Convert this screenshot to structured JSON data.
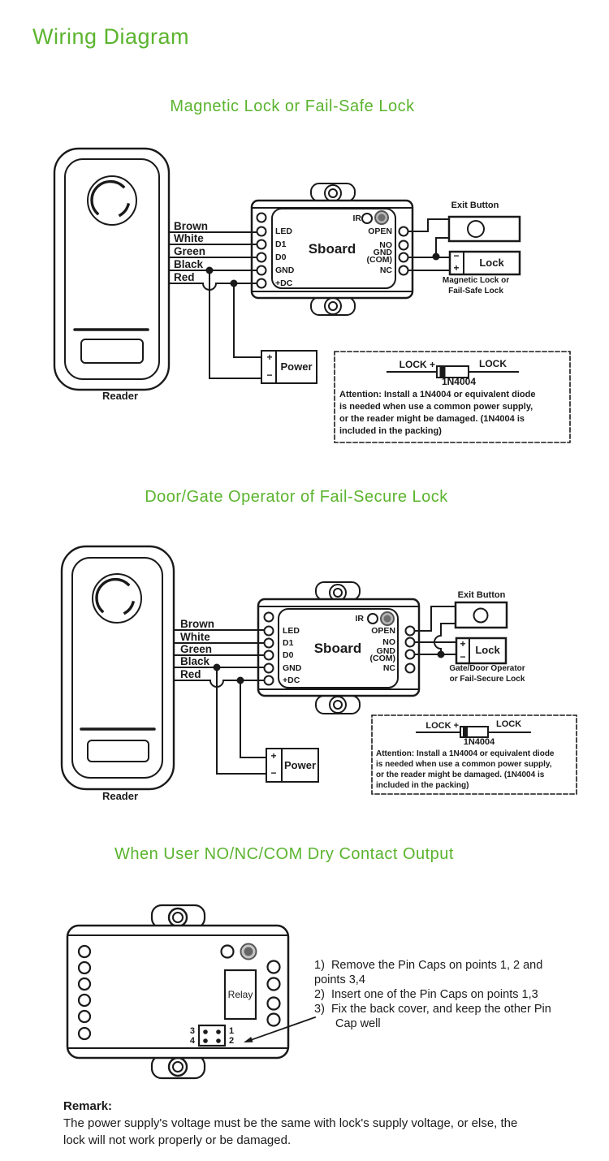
{
  "colors": {
    "accent_green": "#5bb42e",
    "ink": "#1a1a1a"
  },
  "page_title": "Wiring Diagram",
  "sections": [
    {
      "title": "Magnetic Lock or Fail-Safe Lock"
    },
    {
      "title": "Door/Gate Operator of Fail-Secure Lock"
    },
    {
      "title": "When User NO/NC/COM Dry Contact Output"
    }
  ],
  "reader_label": "Reader",
  "wire_labels": [
    "Brown",
    "White",
    "Green",
    "Black",
    "Red"
  ],
  "board": {
    "name": "Sboard",
    "ir": "IR",
    "left_pins": [
      "LED",
      "D1",
      "D0",
      "GND",
      "+DC"
    ],
    "right_pins": [
      "OPEN",
      "NO",
      "GND",
      "(COM)",
      "NC"
    ]
  },
  "power": {
    "label": "Power",
    "plus": "+",
    "minus": "−"
  },
  "exit_button_label": "Exit Button",
  "lock": {
    "label": "Lock",
    "plus": "+",
    "minus": "−"
  },
  "captions": {
    "fail_safe": [
      "Magnetic Lock or",
      "Fail-Safe Lock"
    ],
    "fail_secure": [
      "Gate/Door Operator",
      "or Fail-Secure Lock"
    ]
  },
  "attention": {
    "lock_left": "LOCK +",
    "lock_right": "LOCK",
    "diode": "1N4004",
    "lines": [
      "Attention: Install a 1N4004 or equivalent diode",
      "is needed when use a common power supply,",
      "or the reader might be damaged. (1N4004 is",
      "included in the packing)"
    ]
  },
  "relay": {
    "label": "Relay",
    "pins": [
      "1",
      "2",
      "3",
      "4"
    ]
  },
  "instructions": [
    "1)  Remove the Pin Caps on points 1, 2 and",
    "points 3,4",
    "2)  Insert one of the Pin Caps on points 1,3",
    "3)  Fix the back cover, and keep the other Pin",
    "Cap well"
  ],
  "remark": {
    "heading": "Remark:",
    "lines": [
      "The power supply's voltage must be the same with lock's supply voltage, or else, the",
      "lock will not work properly or be damaged."
    ]
  }
}
